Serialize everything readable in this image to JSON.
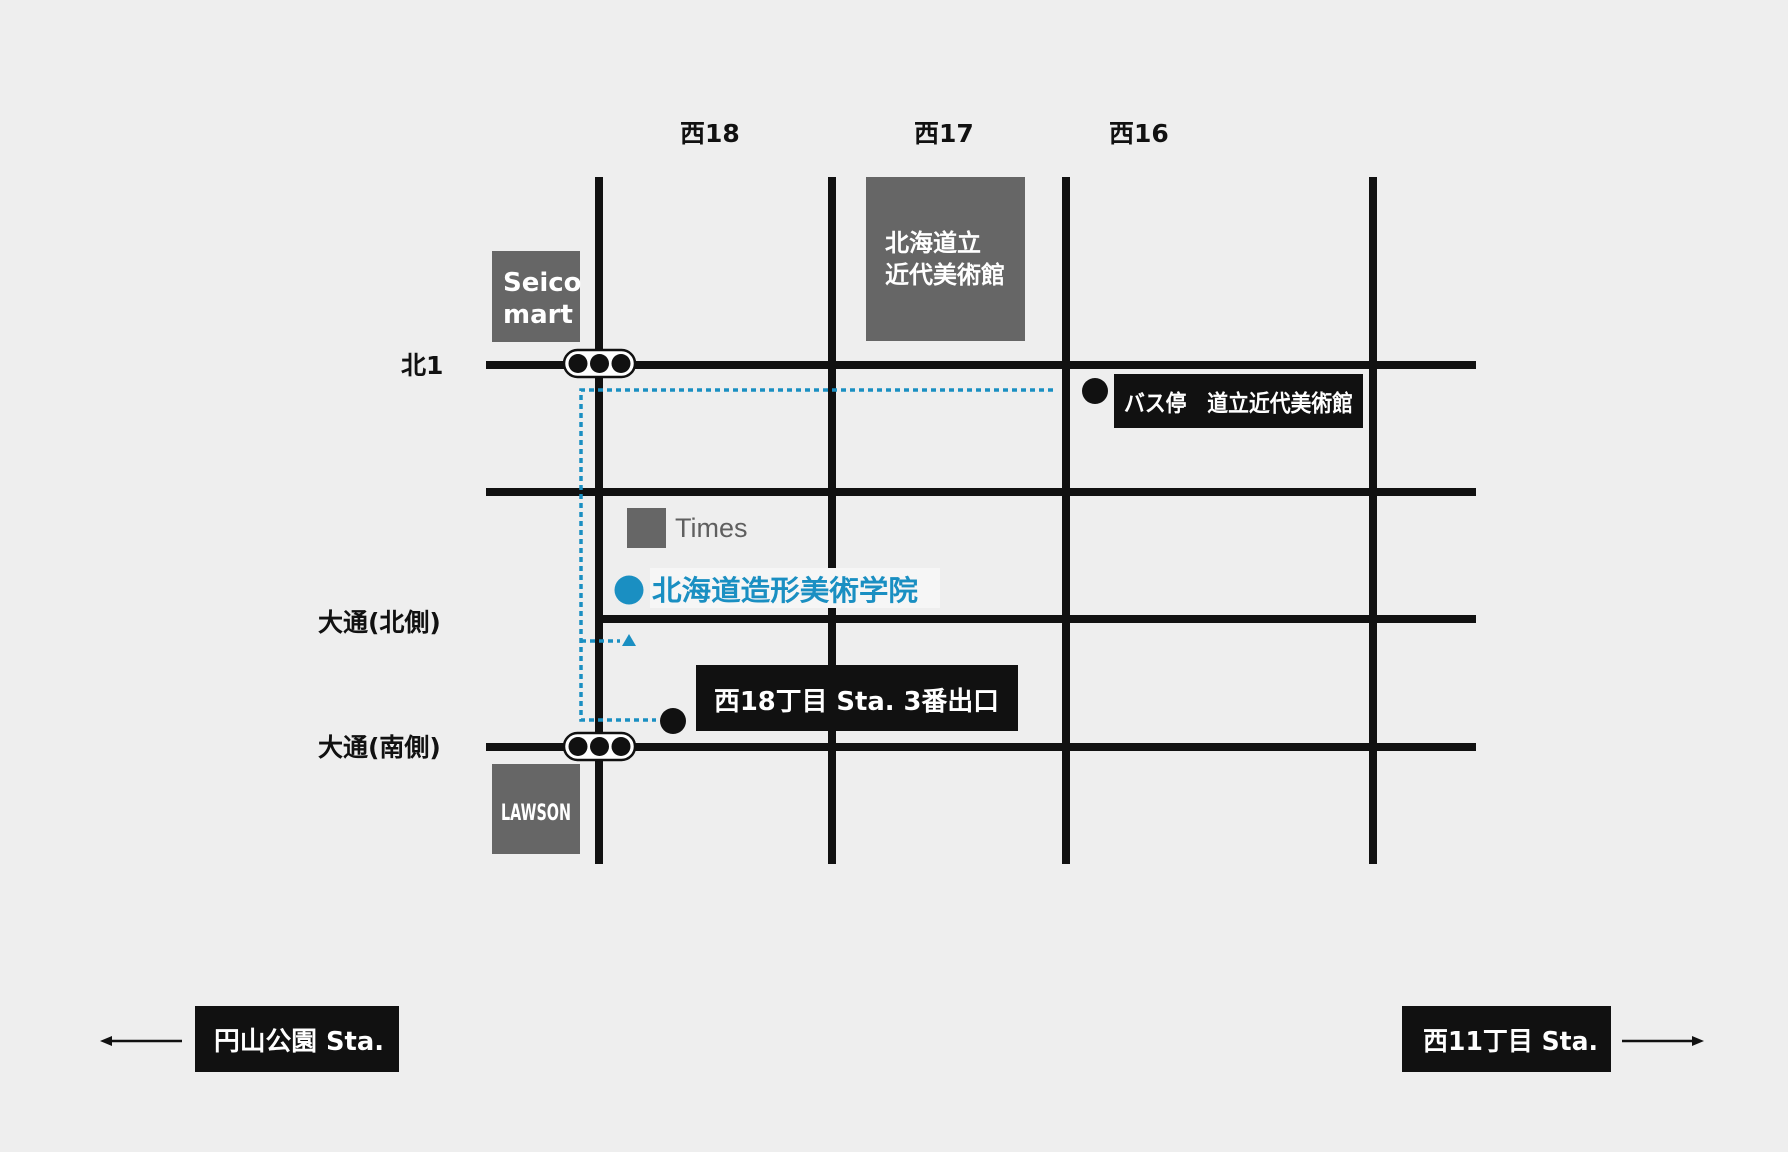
{
  "map": {
    "street_labels": {
      "nishi18": "西18",
      "nishi17": "西17",
      "nishi16": "西16",
      "kita1": "北1",
      "odori_north": "大通(北側)",
      "odori_south": "大通(南側)"
    },
    "landmarks": {
      "seicomart_line1": "Seico",
      "seicomart_line2": "mart",
      "museum_line1": "北海道立",
      "museum_line2": "近代美術館",
      "times": "Times",
      "lawson": "LAWSON"
    },
    "destination": {
      "name": "北海道造形美術学院",
      "color": "#1a8fc2"
    },
    "bus_stop": {
      "label": "バス停　道立近代美術館"
    },
    "subway_exit": {
      "label": "西18丁目 Sta. 3番出口"
    },
    "stations": {
      "left": "円山公園 Sta.",
      "right": "西11丁目 Sta."
    },
    "colors": {
      "background": "#eeeeee",
      "road": "#111111",
      "building": "#666666",
      "route": "#1a8fc2"
    }
  }
}
